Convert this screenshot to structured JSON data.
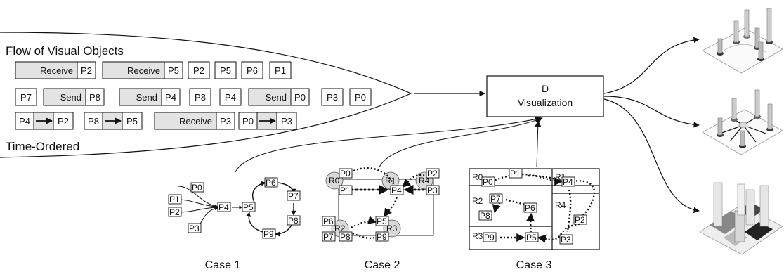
{
  "header": {
    "flow_title": "Flow of Visual Objects",
    "time_ordered": "Time-Ordered"
  },
  "stream": {
    "row1": [
      {
        "kind": "pair",
        "left": "Receive",
        "right": "P2"
      },
      {
        "kind": "pair",
        "left": "Receive",
        "right": "P5"
      },
      {
        "kind": "box",
        "text": "P2"
      },
      {
        "kind": "box",
        "text": "P5"
      },
      {
        "kind": "box",
        "text": "P6"
      },
      {
        "kind": "box",
        "text": "P1"
      }
    ],
    "row2": [
      {
        "kind": "box",
        "text": "P7"
      },
      {
        "kind": "pair",
        "left": "Send",
        "right": "P8"
      },
      {
        "kind": "pair",
        "left": "Send",
        "right": "P4"
      },
      {
        "kind": "box",
        "text": "P8"
      },
      {
        "kind": "box",
        "text": "P4"
      },
      {
        "kind": "pair",
        "left": "Send",
        "right": "P0"
      },
      {
        "kind": "box",
        "text": "P3"
      },
      {
        "kind": "box",
        "text": "P0"
      }
    ],
    "row3": [
      {
        "kind": "edge",
        "from": "P4",
        "to": "P2"
      },
      {
        "kind": "edge",
        "from": "P8",
        "to": "P5"
      },
      {
        "kind": "pair",
        "left": "Receive",
        "right": "P3"
      },
      {
        "kind": "edge",
        "from": "P0",
        "to": "P3"
      }
    ]
  },
  "visualization": {
    "line1": "D",
    "line2": "Visualization"
  },
  "cases": {
    "case1": {
      "label": "Case 1",
      "nodes": [
        "P0",
        "P1",
        "P2",
        "P3",
        "P4",
        "P5",
        "P6",
        "P7",
        "P8",
        "P9"
      ]
    },
    "case2": {
      "label": "Case 2",
      "regions": [
        "R0",
        "R1",
        "R4",
        "R2",
        "R3"
      ],
      "nodes": [
        "P0",
        "P1",
        "P4",
        "P2",
        "P3",
        "P6",
        "P5",
        "P7",
        "P8",
        "P9"
      ]
    },
    "case3": {
      "label": "Case 3",
      "regions": [
        "R0",
        "R1",
        "R2",
        "R4",
        "R3"
      ],
      "nodes": [
        "P1",
        "P0",
        "P4",
        "P7",
        "P6",
        "P8",
        "P2",
        "P9",
        "P5",
        "P3"
      ]
    }
  },
  "colors": {
    "shade": "#e3e3e3",
    "region_fill": "#d9d9d9",
    "stroke": "#111111"
  },
  "outputs": {
    "count": 3,
    "icons": [
      "3d-bar-visualization-icon",
      "3d-network-visualization-icon",
      "3d-histogram-visualization-icon"
    ]
  }
}
